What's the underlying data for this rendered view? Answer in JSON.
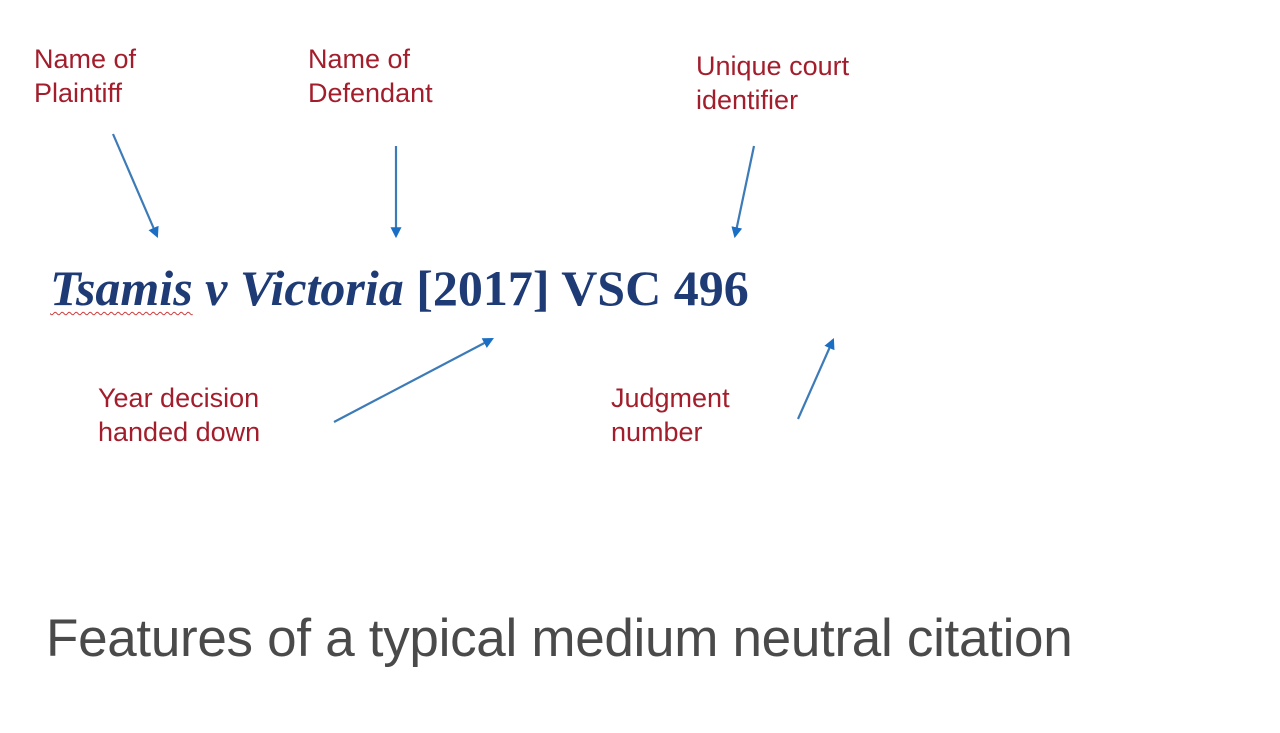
{
  "labels": {
    "plaintiff": [
      "Name of",
      "Plaintiff"
    ],
    "defendant": [
      "Name of",
      "Defendant"
    ],
    "court": [
      "Unique court",
      "identifier"
    ],
    "year": [
      "Year decision",
      "handed down"
    ],
    "judgment": [
      "Judgment",
      "number"
    ]
  },
  "citation": {
    "plaintiff": "Tsamis",
    "v": " v ",
    "defendant": "Victoria",
    "year": " [2017]",
    "court": " VSC",
    "number": " 496"
  },
  "caption": "Features of a typical medium neutral citation",
  "colors": {
    "label": "#a31e2c",
    "citation": "#1f3b75",
    "arrow": "#2f74b5",
    "caption": "#4a4a4a"
  }
}
